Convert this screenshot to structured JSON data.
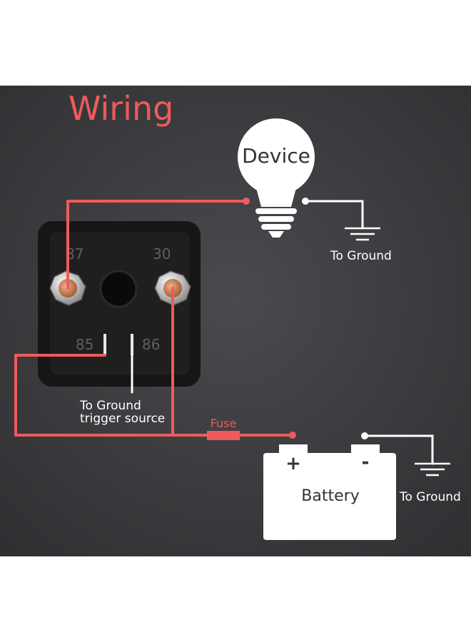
{
  "title": "Wiring",
  "device": {
    "label": "Device",
    "ground_label": "To Ground"
  },
  "relay": {
    "pins": {
      "p87": "87",
      "p30": "30",
      "p85": "85",
      "p86": "86"
    },
    "trigger_label_line1": "To Ground",
    "trigger_label_line2": "trigger source"
  },
  "fuse": {
    "label": "Fuse"
  },
  "battery": {
    "label": "Battery",
    "plus": "+",
    "minus": "-",
    "ground_label": "To Ground"
  },
  "colors": {
    "background": "#3a3a3d",
    "wire_red": "#ef5b5b",
    "wire_white": "#ffffff",
    "title_red": "#f05a5a",
    "relay_body": "#1b1b1b",
    "pin_label": "#5f5f5f",
    "copper": "#c77d4f"
  }
}
